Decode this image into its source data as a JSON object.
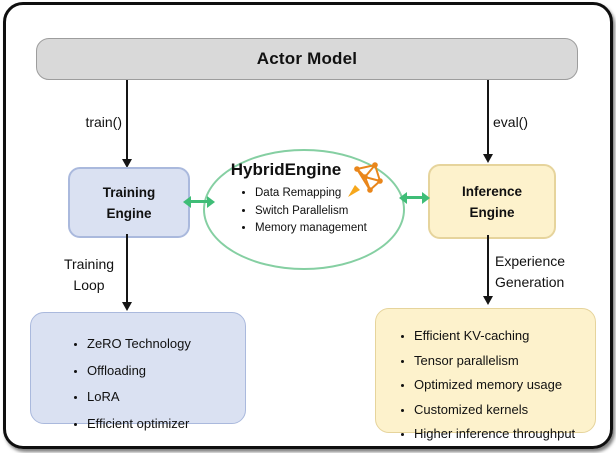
{
  "colors": {
    "gray_fill": "#d9d9d9",
    "gray_border": "#9d9d9d",
    "blue_fill": "#dae1f2",
    "blue_border": "#aab9dd",
    "yellow_fill": "#fdf2cc",
    "yellow_border": "#e6d49c",
    "green_arrow": "#3fbd77",
    "ellipse_stroke": "#85cfa2",
    "icon_orange": "#e9861b"
  },
  "actor_model": {
    "label": "Actor Model"
  },
  "flows": {
    "train": "train()",
    "eval": "eval()",
    "training_loop": [
      "Training",
      "Loop"
    ],
    "experience": [
      "Experience",
      "Generation"
    ]
  },
  "training_engine": {
    "lines": [
      "Training",
      "Engine"
    ]
  },
  "inference_engine": {
    "lines": [
      "Inference",
      "Engine"
    ]
  },
  "hybrid_engine": {
    "title": "HybridEngine",
    "features": [
      "Data Remapping",
      "Switch Parallelism",
      "Memory management"
    ]
  },
  "training_features": [
    "ZeRO Technology",
    "Offloading",
    "LoRA",
    "Efficient optimizer"
  ],
  "inference_features": [
    "Efficient KV-caching",
    "Tensor parallelism",
    "Optimized memory usage",
    "Customized kernels",
    "Higher inference throughput"
  ]
}
